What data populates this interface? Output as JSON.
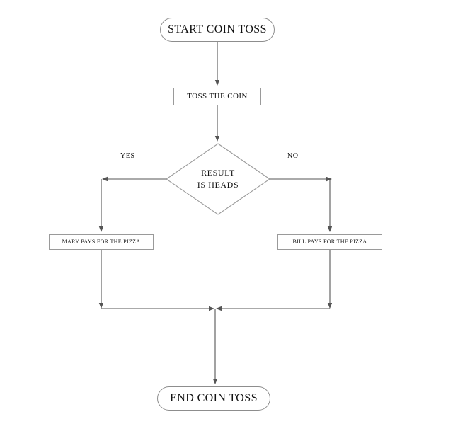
{
  "diagram": {
    "title_node": "START COIN TOSS",
    "type": "flowchart",
    "nodes": [
      {
        "id": "start",
        "shape": "terminator",
        "text": "START COIN TOSS"
      },
      {
        "id": "toss",
        "shape": "process",
        "text": "TOSS THE COIN"
      },
      {
        "id": "decision",
        "shape": "diamond",
        "line1": "RESULT",
        "line2": "IS HEADS"
      },
      {
        "id": "mary",
        "shape": "process",
        "text": "MARY PAYS FOR THE PIZZA"
      },
      {
        "id": "bill",
        "shape": "process",
        "text": "BILL PAYS FOR THE PIZZA"
      },
      {
        "id": "end",
        "shape": "terminator",
        "text": "END COIN TOSS"
      }
    ],
    "edge_labels": {
      "yes": "YES",
      "no": "NO"
    },
    "colors": {
      "stroke": "#555555",
      "box_border": "#9a9a9a",
      "background": "#ffffff",
      "text": "#111111"
    }
  }
}
